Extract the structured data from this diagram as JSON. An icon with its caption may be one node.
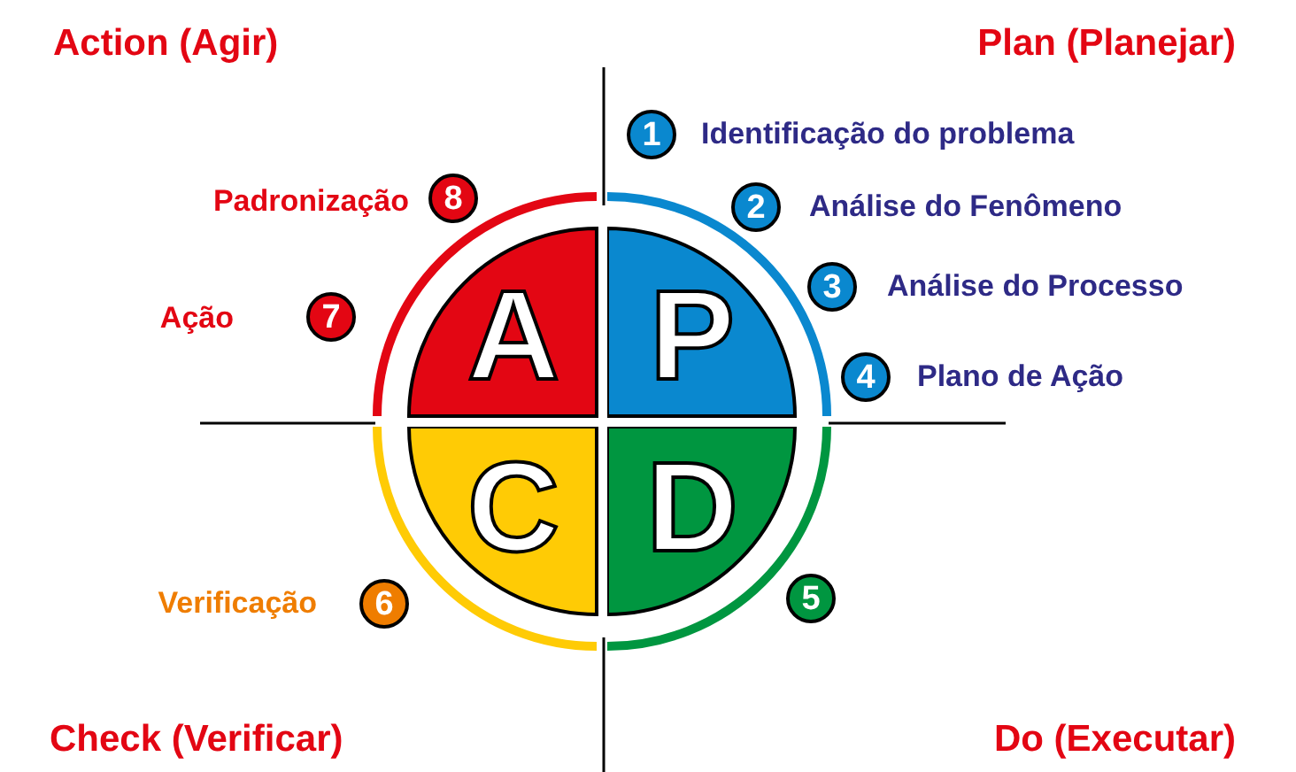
{
  "diagram": {
    "nodes": [
      {
        "text": [
          "A"
        ]
      },
      {
        "text": [
          "P"
        ]
      },
      {
        "text": [
          "C"
        ]
      },
      {
        "text": [
          "D"
        ]
      },
      {
        "text": [
          "1"
        ],
        "beside": [
          "Identificação do problema"
        ]
      },
      {
        "text": [
          "2"
        ],
        "beside": [
          "Análise do Fenômeno"
        ]
      },
      {
        "text": [
          "3"
        ],
        "beside": [
          "Análise do Processo"
        ]
      },
      {
        "text": [
          "4"
        ],
        "beside": [
          "Plano de Ação"
        ]
      },
      {
        "text": [
          "5"
        ]
      },
      {
        "text": [
          "6"
        ],
        "beside": [
          "Verificação"
        ]
      },
      {
        "text": [
          "7"
        ],
        "beside": [
          "Ação"
        ]
      },
      {
        "text": [
          "8"
        ],
        "beside": [
          "Padronização"
        ]
      }
    ],
    "labels": [
      "Action (Agir)",
      "Plan (Planejar)",
      "Check (Verificar)",
      "Do (Executar)"
    ]
  }
}
